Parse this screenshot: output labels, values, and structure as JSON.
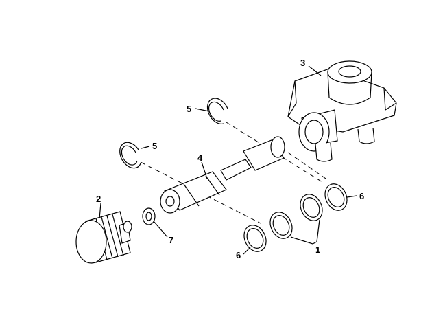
{
  "callouts": {
    "c1": "1",
    "c2": "2",
    "c3": "3",
    "c4": "4",
    "c5a": "5",
    "c5b": "5",
    "c6a": "6",
    "c6b": "6",
    "c7": "7"
  }
}
